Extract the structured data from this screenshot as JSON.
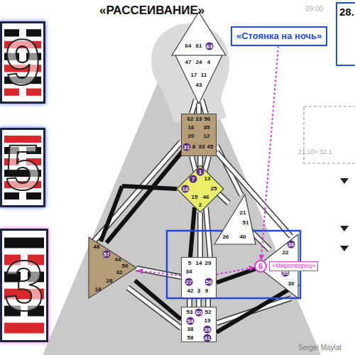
{
  "diagram": {
    "title": "«РАССЕИВАНИЕ»",
    "nodes": [
      {
        "text": [
          "9"
        ]
      },
      {
        "text": [
          "5"
        ]
      },
      {
        "text": [
          "3"
        ]
      },
      {
        "text": [
          "«Стоянка на ночь»"
        ]
      },
      {
        "text": [
          "28."
        ]
      },
      {
        "text": [
          "64",
          "61",
          "63"
        ]
      },
      {
        "text": [
          "47",
          "24",
          "4",
          "17",
          "11",
          "43"
        ]
      },
      {
        "text": [
          "62",
          "23",
          "56",
          "16",
          "35",
          "20",
          "12",
          "31",
          "8",
          "33",
          "45"
        ]
      },
      {
        "text": [
          "1",
          "7",
          "13",
          "10",
          "25",
          "15",
          "46",
          "2"
        ]
      },
      {
        "text": [
          "21",
          "51",
          "26",
          "40"
        ]
      },
      {
        "text": [
          "48",
          "57",
          "44",
          "50",
          "32",
          "28",
          "18"
        ]
      },
      {
        "text": [
          "36",
          "22",
          "55",
          "30"
        ]
      },
      {
        "text": [
          "5",
          "14",
          "29",
          "34",
          "27",
          "59",
          "42",
          "3",
          "9"
        ]
      },
      {
        "text": [
          "6",
          "«Миротворец»"
        ]
      },
      {
        "text": [
          "53",
          "60",
          "52",
          "54",
          "19",
          "38",
          "39",
          "58",
          "41"
        ]
      }
    ],
    "edges": [
      {
        "from": 3,
        "to": 13,
        "arrow": "to"
      },
      {
        "from": 12,
        "to": 10,
        "arrow": "to"
      },
      {
        "from": 12,
        "to": 13,
        "arrow": "to"
      }
    ],
    "labels": [
      "09:00",
      "21:10> 32.1",
      "Sergei Maylat"
    ]
  }
}
